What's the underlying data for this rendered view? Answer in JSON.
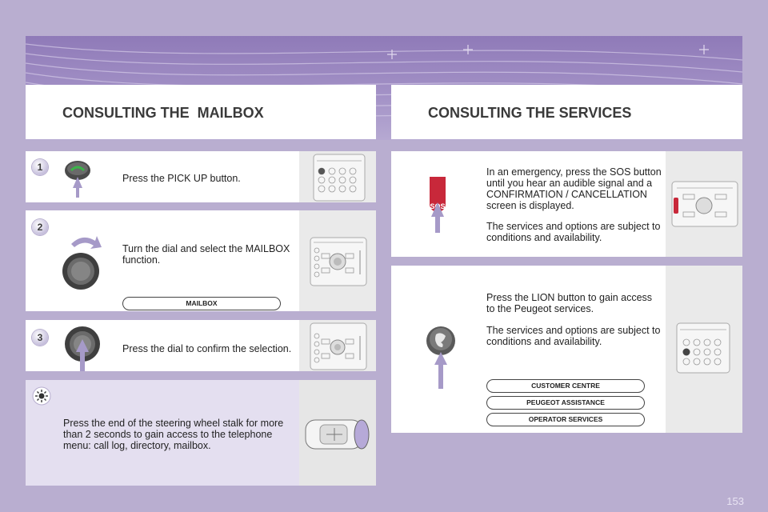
{
  "left": {
    "title": "CONSULTING THE  MAILBOX",
    "steps": [
      {
        "badge": "1",
        "text": "Press the PICK UP button."
      },
      {
        "badge": "2",
        "text": "Turn the dial and select the MAILBOX function.",
        "pill": "MAILBOX"
      },
      {
        "badge": "3",
        "text": "Press the dial to confirm the selection."
      }
    ],
    "tip": "Press the end of the steering wheel stalk for more than 2 seconds to gain access to the telephone menu: call log, directory, mailbox."
  },
  "right": {
    "title": "CONSULTING THE SERVICES",
    "sos": {
      "icon_label": "SOS",
      "text1": "In an emergency, press the SOS button until you hear an audible signal and a CONFIRMATION / CANCELLATION screen is displayed.",
      "text2": "The services and options are subject to conditions and availability."
    },
    "lion": {
      "text1": "Press the LION button to gain access to the Peugeot services.",
      "text2": "The services and options are subject to conditions and availability.",
      "pills": [
        "CUSTOMER CENTRE",
        "PEUGEOT ASSISTANCE",
        "OPERATOR SERVICES"
      ]
    }
  },
  "page_number": "153",
  "colors": {
    "page_bg": "#b9aed0",
    "banner": "#8f7ab8",
    "tint_panel": "#e4dff0",
    "sos_red": "#c8283a"
  }
}
